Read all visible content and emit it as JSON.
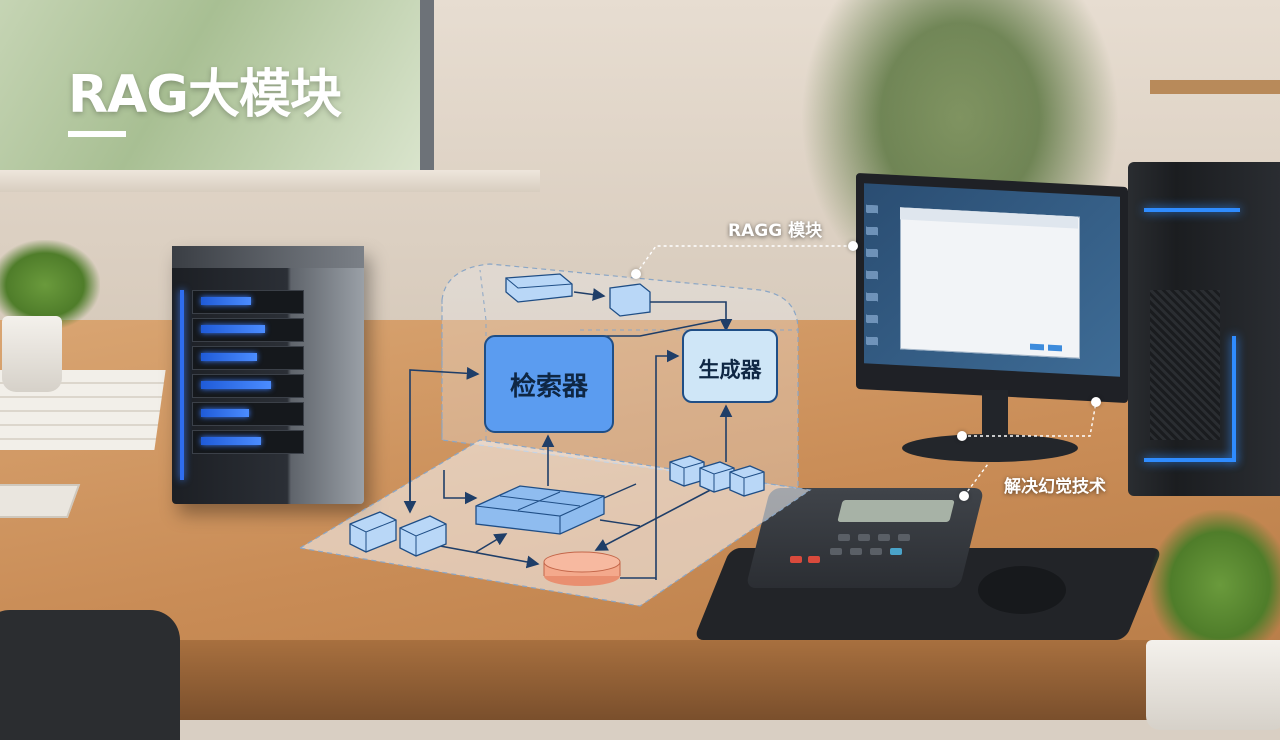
{
  "title": "RAG大模块",
  "annotations": {
    "rag_module_label": "RAGG 模块",
    "hallucination_label": "解决幻觉技术"
  },
  "diagram": {
    "retriever_label": "检索器",
    "generator_label": "生成器"
  },
  "colors": {
    "retriever_fill": "#5b9cf0",
    "generator_fill": "#cfe6f7",
    "block_fill": "#b9d7f7",
    "disk_fill": "#f4a98c",
    "accent_blue": "#2f8cff"
  }
}
